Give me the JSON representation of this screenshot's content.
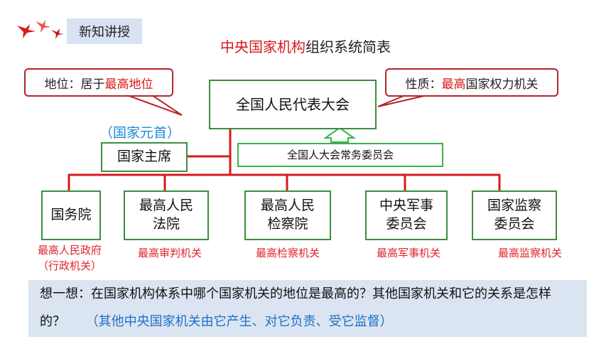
{
  "header": {
    "section_tag": "新知讲授"
  },
  "title": {
    "highlight": "中央国家机构",
    "rest": "组织系统简表"
  },
  "callouts": {
    "left": {
      "prefix": "地位：居于",
      "highlight": "最高地位"
    },
    "right": {
      "prefix": "性质：",
      "highlight": "最高",
      "rest": "国家权力机关"
    }
  },
  "org": {
    "top": "全国人民代表大会",
    "standing_committee": "全国人大会常务委员会",
    "head_of_state_label": "（国家元首）",
    "president": "国家主席",
    "organs": [
      {
        "name": "国务院",
        "note": "最高人民政府",
        "note2": "（行政机关）"
      },
      {
        "name": "最高人民\n法院",
        "note": "最高审判机关"
      },
      {
        "name": "最高人民\n检察院",
        "note": "最高检察机关"
      },
      {
        "name": "中央军事\n委员会",
        "note": "最高军事机关"
      },
      {
        "name": "国家监察\n委员会",
        "note": "最高监察机关"
      }
    ]
  },
  "question": {
    "text": "想一想：在国家机构体系中哪个国家机关的地位是最高的？其他国家机关和它的关系是怎样的？",
    "answer": "（其他中央国家机关由它产生、对它负责、受它监督）"
  },
  "colors": {
    "line_red": "#d7191c",
    "box_green": "#3d8d3d",
    "accent_blue": "#1e8bd6"
  }
}
